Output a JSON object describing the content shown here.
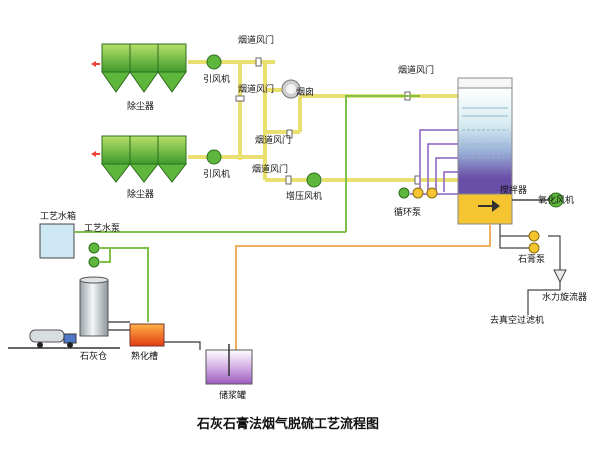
{
  "title": "石灰石膏法烟气脱硫工艺流程图",
  "labels": {
    "dust_collector_1": "除尘器",
    "dust_collector_2": "除尘器",
    "induced_fan_1": "引风机",
    "induced_fan_2": "引风机",
    "flue_damper_top": "烟道风门",
    "flue_damper_left1": "烟道风门",
    "flue_damper_mid": "烟道风门",
    "flue_damper_lower": "烟道风门",
    "flue_damper_tower": "烟道风门",
    "chimney": "烟囱",
    "booster_fan": "增压风机",
    "circulation_pump": "循环泵",
    "agitator": "搅拌器",
    "oxidation_fan": "氧化风机",
    "gypsum_pump": "石膏泵",
    "hydrocyclone": "水力旋流器",
    "vacuum_filter": "去真空过滤机",
    "process_water_tank": "工艺水箱",
    "process_water_pump": "工艺水泵",
    "lime_silo": "石灰仓",
    "slaking_tank": "熟化槽",
    "slurry_tank": "储浆罐"
  },
  "colors": {
    "flue_pipe": "#f2ec7a",
    "water_pipe": "#7ec04a",
    "slurry_pipe": "#f0b060",
    "tower_top": "#dff0f4",
    "tower_mid": "#7a5fb0",
    "tower_bottom": "#f4c531",
    "dust_collector": "#72c23b",
    "pump": "#5fb63c"
  }
}
